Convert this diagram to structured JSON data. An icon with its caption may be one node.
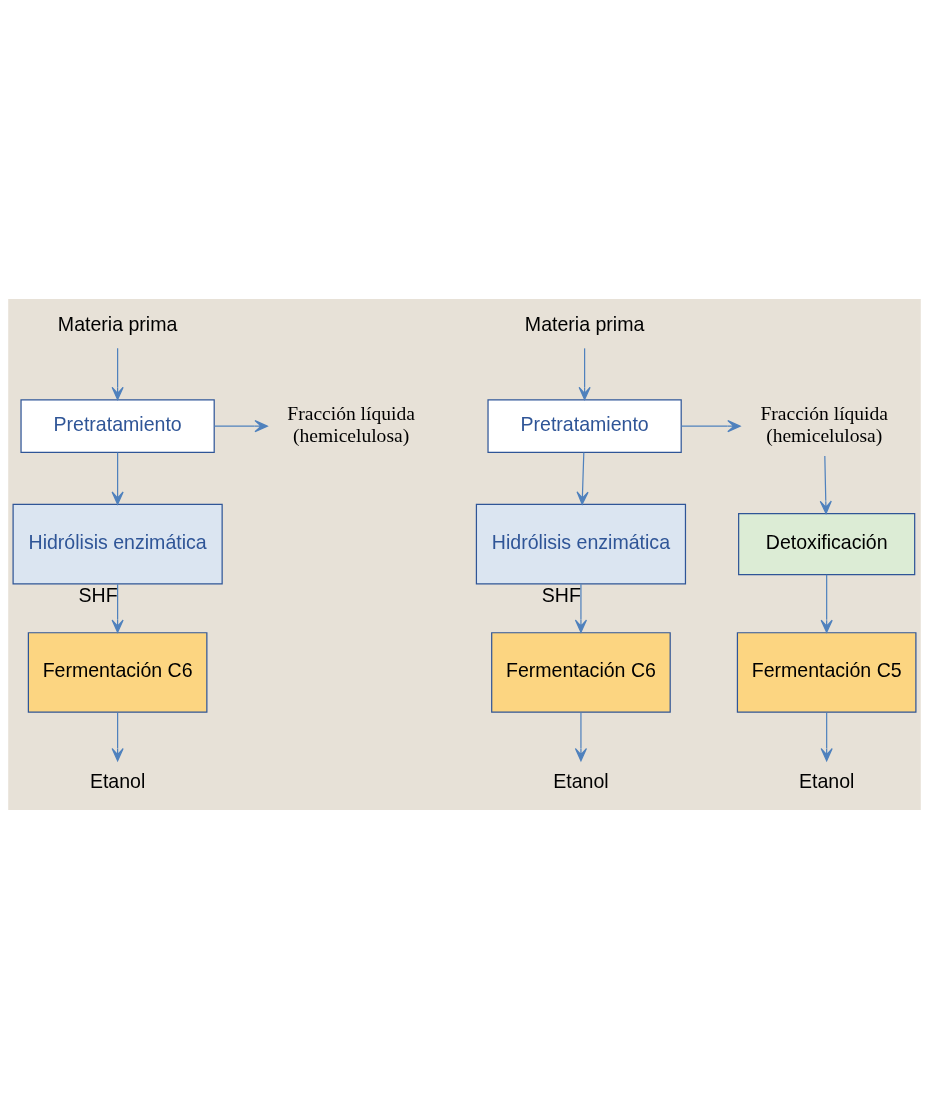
{
  "diagram": {
    "nodes": [
      {
        "text": [
          "Materia prima"
        ]
      },
      {
        "text": [
          "Pretratamiento"
        ]
      },
      {
        "text": [
          "Fracción líquida (hemicelulosa)"
        ]
      },
      {
        "text": [
          "Hidrólisis enzimática"
        ]
      },
      {
        "text": [
          "Fermentación C6"
        ]
      },
      {
        "text": [
          "Etanol"
        ]
      },
      {
        "text": [
          "Materia prima"
        ]
      },
      {
        "text": [
          "Pretratamiento"
        ]
      },
      {
        "text": [
          "Fracción líquida (hemicelulosa)"
        ]
      },
      {
        "text": [
          "Hidrólisis enzimática"
        ]
      },
      {
        "text": [
          "Detoxificación"
        ]
      },
      {
        "text": [
          "Fermentación C6"
        ]
      },
      {
        "text": [
          "Fermentación C5"
        ]
      },
      {
        "text": [
          "Etanol"
        ]
      },
      {
        "text": [
          "Etanol"
        ]
      }
    ],
    "edges": [
      {
        "from": 0,
        "to": 1,
        "arrow": "to"
      },
      {
        "from": 1,
        "to": 2,
        "arrow": "to"
      },
      {
        "from": 1,
        "to": 3,
        "arrow": "to"
      },
      {
        "from": 3,
        "to": 4,
        "arrow": "to",
        "label": "SHF"
      },
      {
        "from": 4,
        "to": 5,
        "arrow": "to"
      },
      {
        "from": 6,
        "to": 7,
        "arrow": "to"
      },
      {
        "from": 7,
        "to": 8,
        "arrow": "to"
      },
      {
        "from": 7,
        "to": 9,
        "arrow": "to"
      },
      {
        "from": 8,
        "to": 10,
        "arrow": "to"
      },
      {
        "from": 9,
        "to": 11,
        "arrow": "to",
        "label": "SHF"
      },
      {
        "from": 10,
        "to": 12,
        "arrow": "to"
      },
      {
        "from": 11,
        "to": 13,
        "arrow": "to"
      },
      {
        "from": 12,
        "to": 14,
        "arrow": "to"
      }
    ]
  }
}
